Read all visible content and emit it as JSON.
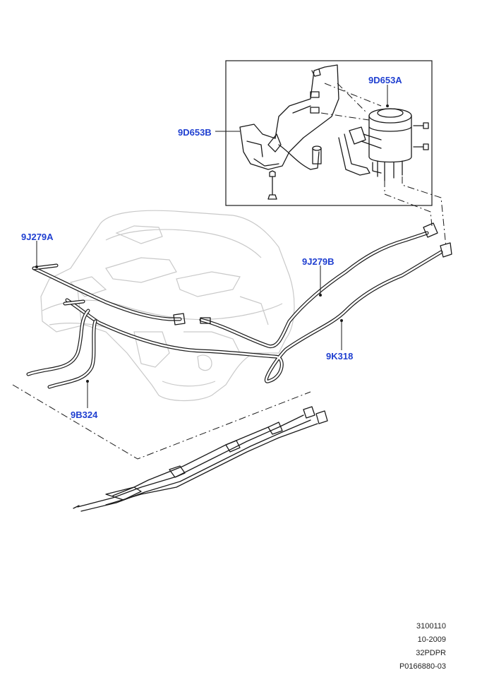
{
  "callouts": {
    "fuel_filter": "9D653A",
    "filter_bracket": "9D653B",
    "feed_pipe_front": "9J279A",
    "feed_pipe_rear": "9J279B",
    "return_pipe": "9K318",
    "vent_pipe": "9B324"
  },
  "footer": {
    "group_code": "3100110",
    "date": "10-2009",
    "model_code": "32PDPR",
    "illustration_id": "P0166880-03"
  }
}
